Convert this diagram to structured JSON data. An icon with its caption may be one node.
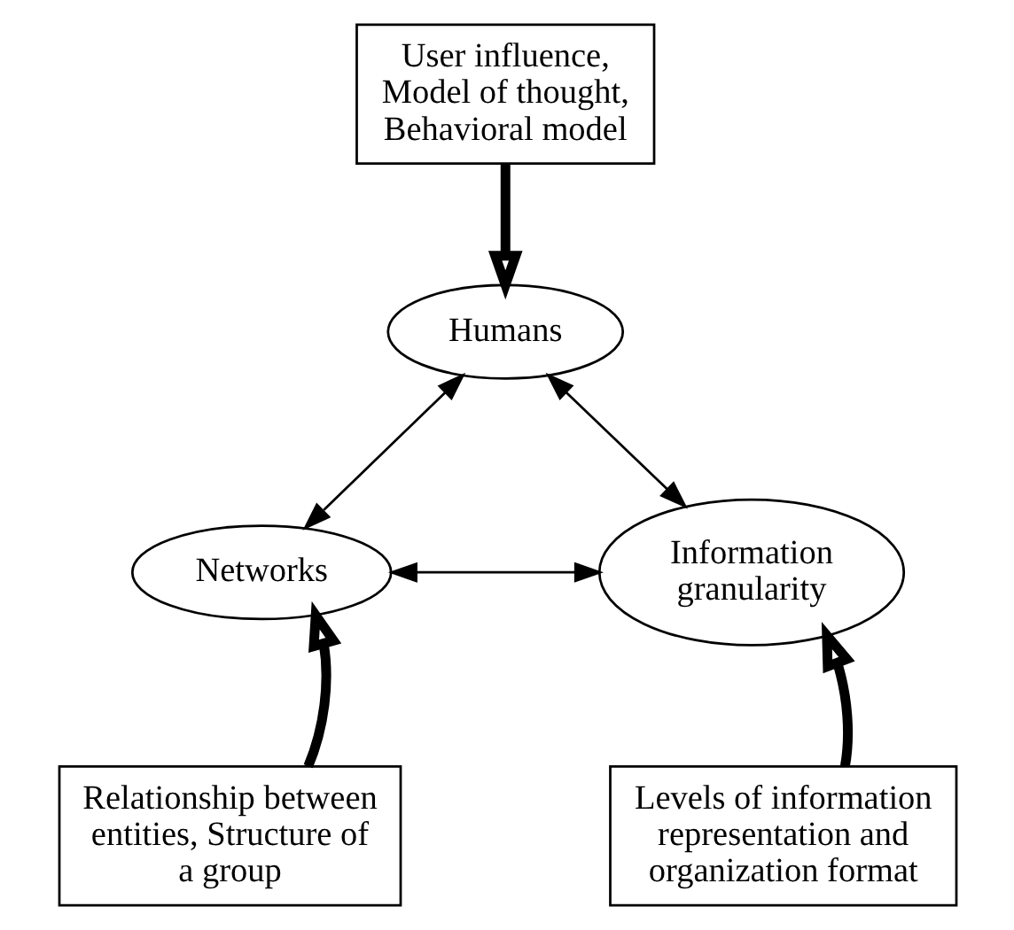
{
  "diagram": {
    "nodes": [
      {
        "text": [
          "User influence, Model of thought, Behavioral model"
        ]
      },
      {
        "text": [
          "Humans"
        ]
      },
      {
        "text": [
          "Networks"
        ]
      },
      {
        "text": [
          "Information granularity"
        ]
      },
      {
        "text": [
          "Relationship between entities, Structure of a group"
        ]
      },
      {
        "text": [
          "Levels of information representation and organization format"
        ]
      }
    ],
    "edges": [
      {
        "from": 0,
        "to": 1,
        "arrow": "to",
        "style": "thick"
      },
      {
        "from": 1,
        "to": 2,
        "arrow": "both"
      },
      {
        "from": 1,
        "to": 3,
        "arrow": "both"
      },
      {
        "from": 2,
        "to": 3,
        "arrow": "both"
      },
      {
        "from": 4,
        "to": 2,
        "arrow": "to",
        "style": "thick"
      },
      {
        "from": 5,
        "to": 3,
        "arrow": "to",
        "style": "thick"
      }
    ]
  }
}
